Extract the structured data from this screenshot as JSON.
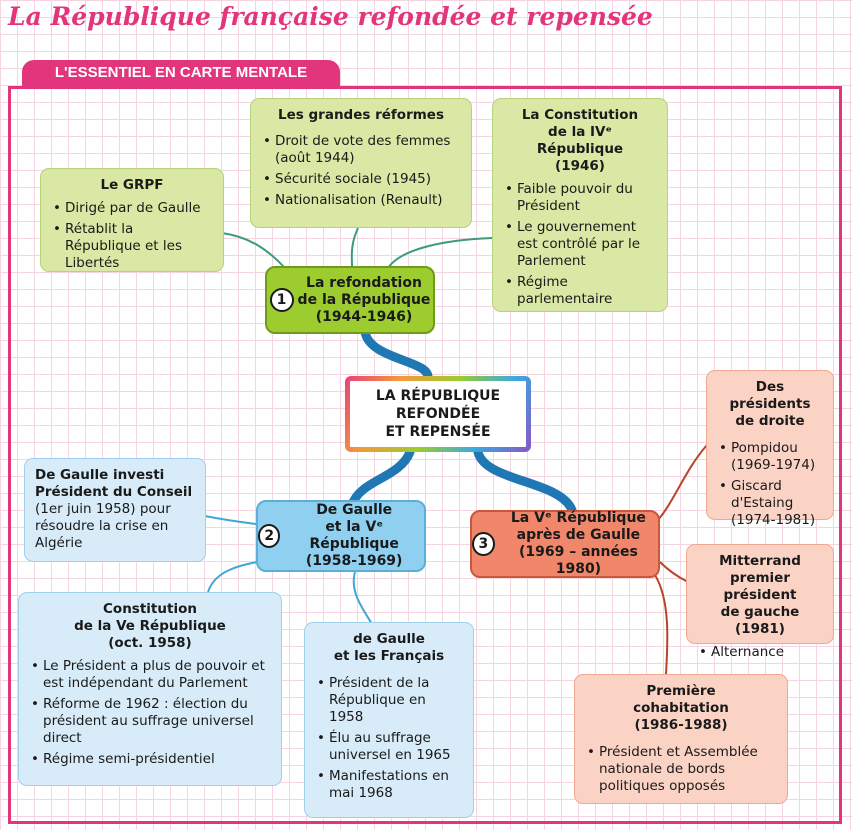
{
  "title": "La République française refondée et repensée",
  "badge": "L'ESSENTIEL EN CARTE MENTALE",
  "center": {
    "lines": [
      "LA RÉPUBLIQUE",
      "REFONDÉE",
      "ET REPENSÉE"
    ]
  },
  "hub1": {
    "num": "1",
    "lines": [
      "La refondation",
      "de la République",
      "(1944-1946)"
    ]
  },
  "hub2": {
    "num": "2",
    "lines": [
      "De Gaulle",
      "et la Vᵉ République",
      "(1958-1969)"
    ]
  },
  "hub3": {
    "num": "3",
    "lines": [
      "La Vᵉ République",
      "après de Gaulle",
      "(1969 – années 1980)"
    ]
  },
  "grpf": {
    "title": "Le GRPF",
    "items": [
      "Dirigé par de Gaulle",
      "Rétablit la République et les Libertés"
    ]
  },
  "reformes": {
    "title": "Les grandes réformes",
    "items": [
      "Droit de vote des femmes (août 1944)",
      "Sécurité sociale (1945)",
      "Nationalisation (Renault)"
    ]
  },
  "constitution4": {
    "title_lines": [
      "La Constitution",
      "de la IVᵉ République",
      "(1946)"
    ],
    "items": [
      "Faible pouvoir du Président",
      "Le gouvernement est contrôlé par le Parlement",
      "Régime parlementaire"
    ]
  },
  "investi": {
    "lines": [
      "De Gaulle investi",
      "Président du Conseil"
    ],
    "text": "(1er juin 1958) pour résoudre la crise en Algérie"
  },
  "constitution5": {
    "title_lines": [
      "Constitution",
      "de la Ve République",
      "(oct. 1958)"
    ],
    "items": [
      "Le Président a plus de pouvoir et est indépendant du Parlement",
      "Réforme de 1962 : élection du président au suffrage universel direct",
      "Régime semi-présidentiel"
    ]
  },
  "francais": {
    "title_lines": [
      "de Gaulle",
      "et les Français"
    ],
    "items": [
      "Président de la République en 1958",
      "Élu au suffrage universel en 1965",
      "Manifestations en mai 1968"
    ]
  },
  "droite": {
    "title_lines": [
      "Des présidents",
      "de droite"
    ],
    "items": [
      "Pompidou (1969-1974)",
      "Giscard d'Estaing (1974-1981)"
    ]
  },
  "mitterrand": {
    "title_lines": [
      "Mitterrand",
      "premier président",
      "de gauche (1981)"
    ],
    "items": [
      "Alternance"
    ]
  },
  "cohabitation": {
    "title_lines": [
      "Première",
      "cohabitation",
      "(1986-1988)"
    ],
    "items": [
      "Président et Assemblée nationale de bords politiques opposés"
    ]
  },
  "colors": {
    "pink": "#e2357b",
    "green": "#9ccc2e",
    "blue": "#8fd0f1",
    "salmon": "#f0876a",
    "center_link": "#1f78b4"
  }
}
